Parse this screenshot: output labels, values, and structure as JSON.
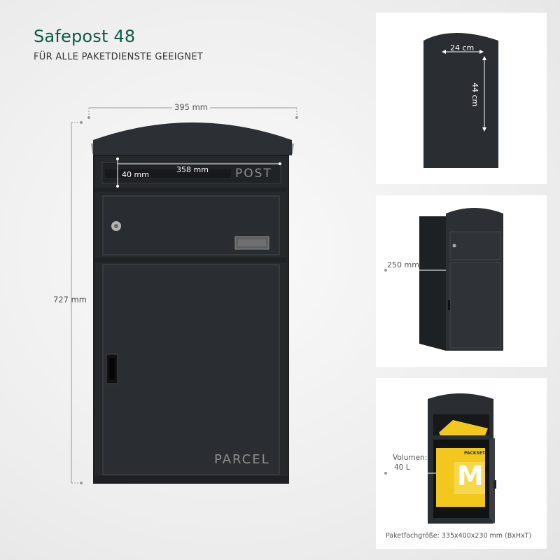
{
  "header": {
    "title": "Safepost 48",
    "subtitle": "FÜR ALLE PAKETDIENSTE GEEIGNET"
  },
  "main_product": {
    "width_label": "395 mm",
    "height_label": "727 mm",
    "slot_height_label": "40 mm",
    "slot_width_label": "358 mm",
    "post_text": "POST",
    "parcel_text": "PARCEL"
  },
  "panels": {
    "interior": {
      "width_label": "24 cm",
      "height_label": "44 cm"
    },
    "side": {
      "depth_label": "250 mm"
    },
    "open": {
      "volume_label": "Volumen:",
      "volume_value": "40 L",
      "size_caption": "Paketfachgröße: 335x400x230 mm (BxHxT)",
      "box_brand": "PACKSET",
      "box_letter": "M"
    }
  },
  "colors": {
    "title": "#0d5a46",
    "body_dark": "#2a2d30",
    "panel_bg": "#ffffff",
    "parcel_yellow": "#f2c81f"
  }
}
